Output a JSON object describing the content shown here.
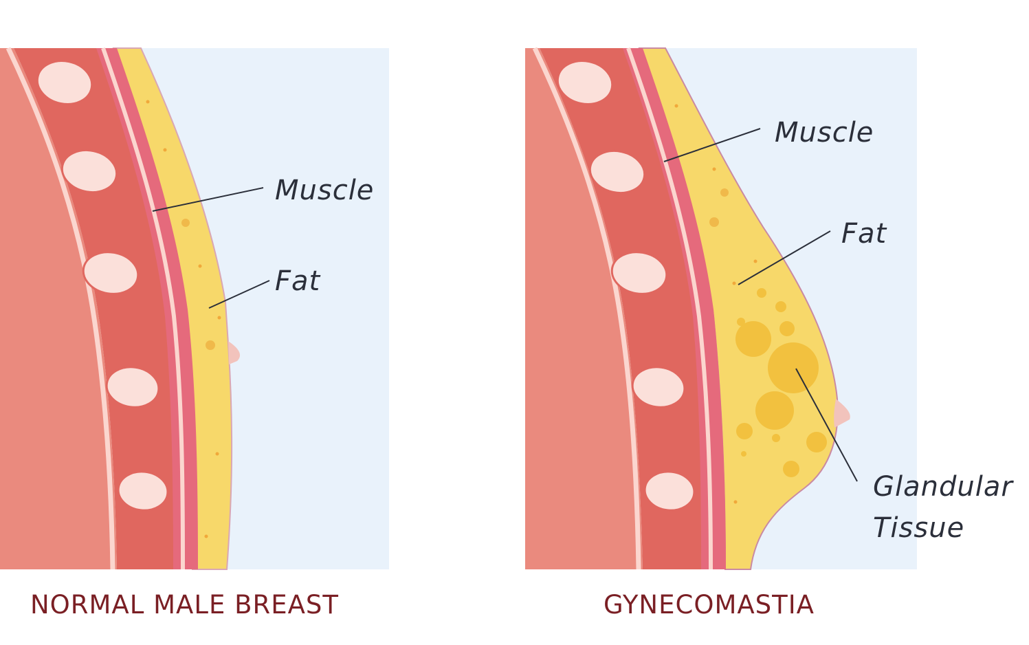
{
  "panels": [
    {
      "id": "normal",
      "caption": "NORMAL MALE BREAST",
      "labels": {
        "muscle": "Muscle",
        "fat": "Fat"
      }
    },
    {
      "id": "gynecomastia",
      "caption": "GYNECOMASTIA",
      "labels": {
        "muscle": "Muscle",
        "fat": "Fat",
        "glandular_line1": "Glandular",
        "glandular_line2": "Tissue"
      }
    }
  ],
  "colors": {
    "background_panel": "#e9f2fb",
    "chest_cavity": "#ea8a7e",
    "rib_layer": "#e0675f",
    "rib_bone": "#fbe0da",
    "membrane": "#fbd6cf",
    "muscle": "#e56a7c",
    "fat": "#f7d86a",
    "glandular": "#f2c13f",
    "nipple": "#f2c3bc",
    "caption_text": "#7a1f24"
  }
}
